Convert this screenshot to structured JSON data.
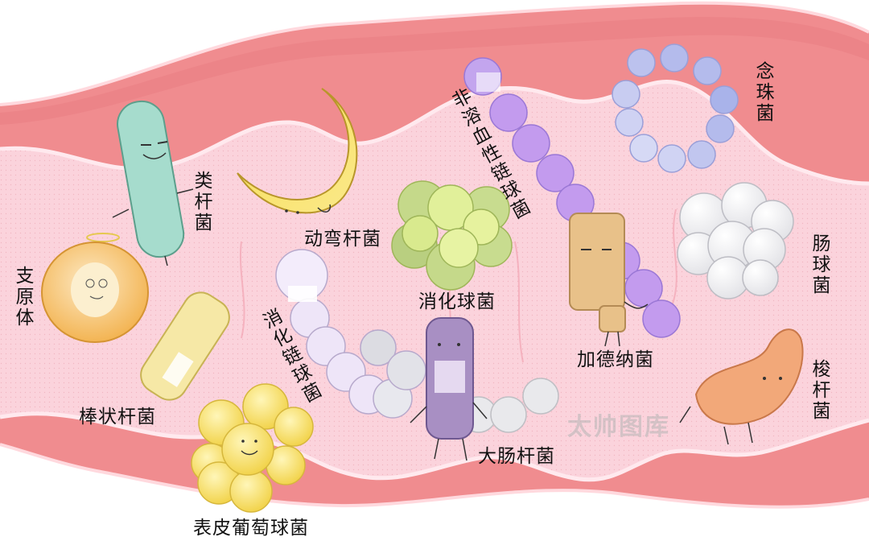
{
  "title": "",
  "labels": {
    "leigan": "类杆菌",
    "dongwan": "动弯杆菌",
    "feirongxue": "非溶血性链球菌",
    "nianzhu": "念珠菌",
    "zhiyuanti": "支原体",
    "xiaohuaqiu": "消化球菌",
    "changqiu": "肠球菌",
    "xiaohualian": "消化链球菌",
    "jiadena": "加德纳菌",
    "suogan": "梭杆菌",
    "bangzhuang": "棒状杆菌",
    "dachang": "大肠杆菌",
    "biaopi": "表皮葡萄球菌"
  },
  "watermark": "太帅图库",
  "colors": {
    "wall_outer": "#f08c8f",
    "wall_inner": "#f9b6bc",
    "lumen": "#fbd3dc",
    "lining": "#ffe9ee",
    "purple": "#c39bee",
    "lavender": "#eadff8",
    "mint": "#a6dccd",
    "gold": "#f4d84d",
    "orange": "#f5c063",
    "peach": "#f2a879",
    "beige": "#e8c189",
    "lime": "#d5ea76"
  }
}
